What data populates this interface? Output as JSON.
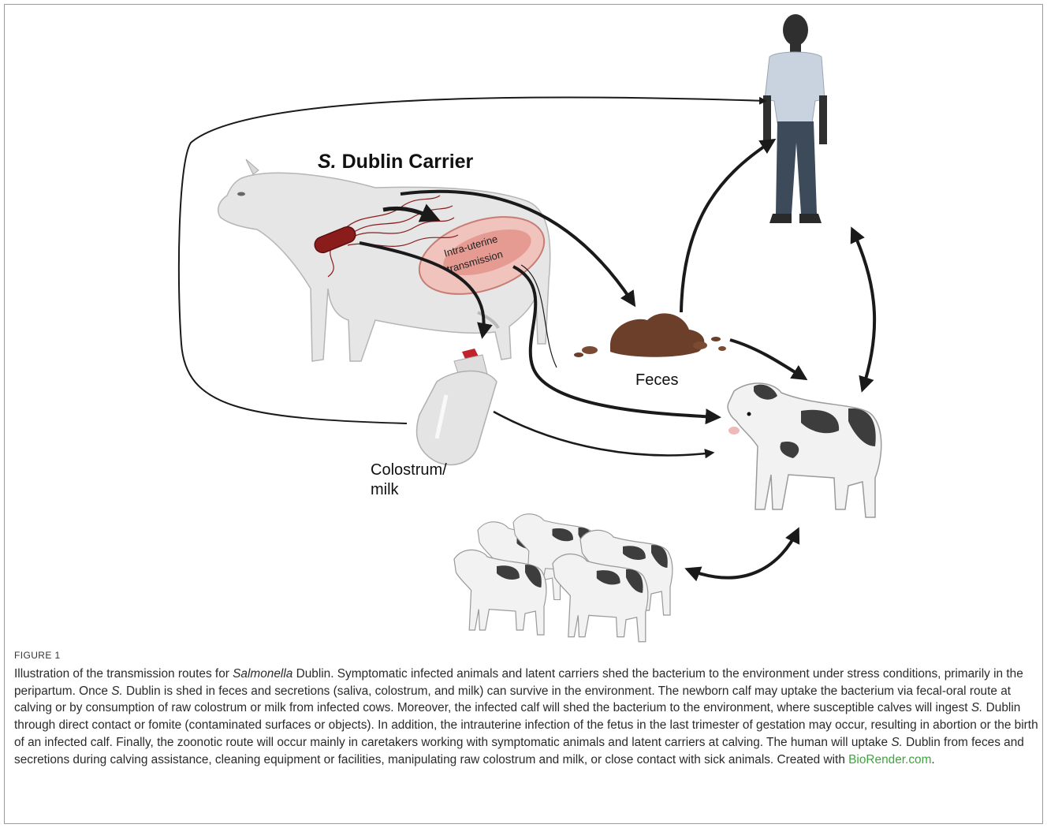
{
  "diagram": {
    "carrier_label_italic": "S.",
    "carrier_label_rest": " Dublin Carrier",
    "intrauterine_line1": "Intra-uterine",
    "intrauterine_line2": "transmission",
    "feces_label": "Feces",
    "colostrum_line1": "Colostrum/",
    "colostrum_line2": "milk"
  },
  "caption": {
    "figure_label": "FIGURE 1",
    "p1": "Illustration of the transmission routes for ",
    "p1_italic": "Salmonella",
    "p2": " Dublin. Symptomatic infected animals and latent carriers shed the bacterium to the environment under stress conditions, primarily in the peripartum. Once ",
    "p2_italic": "S.",
    "p3": " Dublin is shed in feces and secretions (saliva, colostrum, and milk) can survive in the environment. The newborn calf may uptake the bacterium via fecal-oral route at calving or by consumption of raw colostrum or milk from infected cows. Moreover, the infected calf will shed the bacterium to the environment, where susceptible calves will ingest ",
    "p3_italic": "S.",
    "p4": " Dublin through direct contact or fomite (contaminated surfaces or objects). In addition, the intrauterine infection of the fetus in the last trimester of gestation may occur, resulting in abortion or the birth of an infected calf. Finally, the zoonotic route will occur mainly in caretakers working with symptomatic animals and latent carriers at calving. The human will uptake ",
    "p4_italic": "S.",
    "p5": " Dublin from feces and secretions during calving assistance, cleaning equipment or facilities, manipulating raw colostrum and milk, or close contact with sick animals. Created with ",
    "credit_link": "BioRender.com",
    "end": "."
  },
  "colors": {
    "arrow": "#1a1a1a",
    "cow_body": "#e6e6e6",
    "calf_spot": "#3d3d3d",
    "feces": "#6b3f2a",
    "bacterium": "#8a1c1c",
    "uterus": "#e8a9a2",
    "person_shirt": "#c9d3df",
    "person_pants": "#3c4a5a",
    "link": "#3fa33f"
  },
  "icons": [
    "cow-icon",
    "bacterium-icon",
    "uterus-icon",
    "feces-icon",
    "bottle-icon",
    "person-icon",
    "calf-icon",
    "calf-herd-icon"
  ]
}
